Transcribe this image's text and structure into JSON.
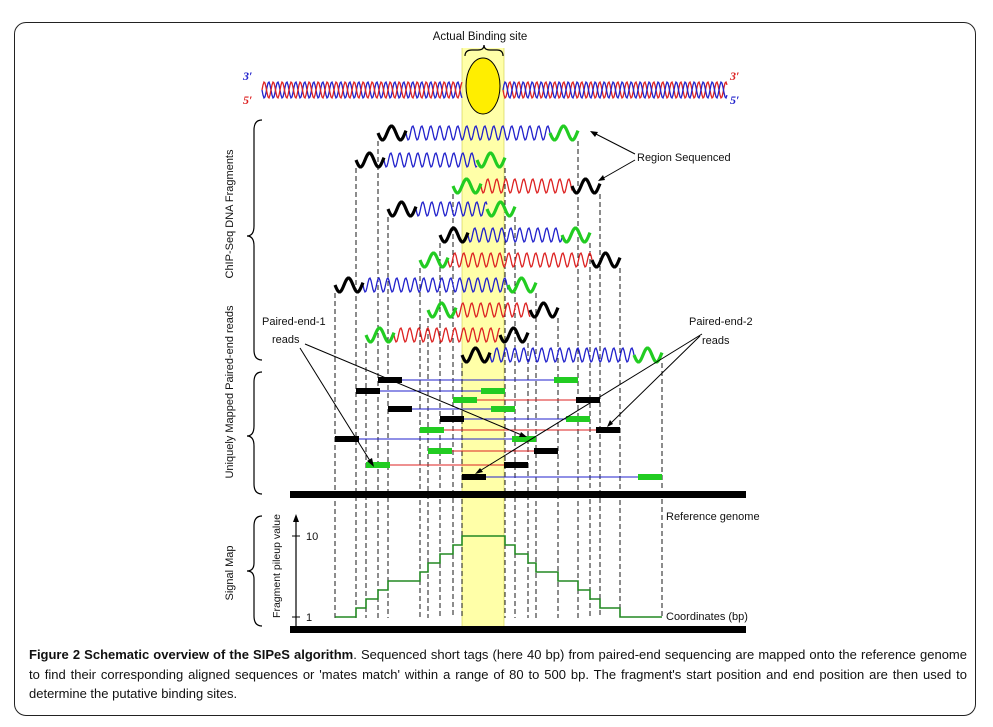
{
  "figure": {
    "binding_site_label": "Actual Binding site",
    "strand_labels": {
      "top_left": "3′",
      "bottom_left": "5′",
      "top_right": "3′",
      "bottom_right": "5′"
    },
    "section_labels": {
      "fragments": "ChIP-Seq DNA Fragments",
      "reads": "Uniquely Mapped Paired-end reads",
      "signal": "Signal Map"
    },
    "annotations": {
      "region_sequenced": "Region Sequenced",
      "paired_end_1": [
        "Paired-end-1",
        "reads"
      ],
      "paired_end_2": [
        "Paired-end-2",
        "reads"
      ],
      "reference_genome": "Reference genome",
      "coordinates": "Coordinates (bp)"
    },
    "signal_axis": {
      "label": "Fragment pileup value",
      "ticks": [
        "10",
        "1"
      ]
    },
    "colors": {
      "strand_top": "#2222cc",
      "strand_bottom": "#dd2222",
      "tag_green": "#22cc22",
      "tag_black": "#000000",
      "binding_highlight": "#ffff99",
      "binding_ellipse": "#ffee00",
      "signal_line": "#228822"
    }
  },
  "caption": {
    "label": "Figure 2 Schematic overview of the SIPeS algorithm",
    "text": ". Sequenced short tags (here 40 bp) from paired-end sequencing are mapped onto the reference genome to find their corresponding aligned sequences or 'mates match' within a range of 80 to 500 bp. The fragment's start position and end position are then used to determine the putative binding sites."
  }
}
